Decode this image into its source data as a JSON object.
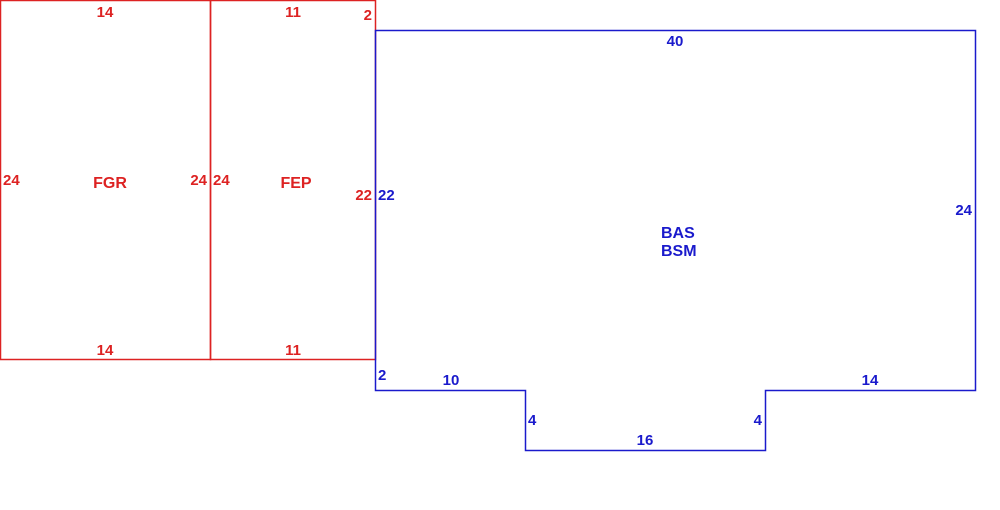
{
  "colors": {
    "garage": "#dd2222",
    "porch": "#dd2222",
    "main": "#1a1acc",
    "background": "#ffffff"
  },
  "garage": {
    "code": "FGR",
    "dim_top": "14",
    "dim_bottom": "14",
    "dim_left": "24",
    "dim_right": "24"
  },
  "porch": {
    "code": "FEP",
    "dim_top": "11",
    "dim_bottom": "11",
    "dim_left": "24",
    "dim_right": "22",
    "dim_notch": "2"
  },
  "main": {
    "code_1": "BAS",
    "code_2": "BSM",
    "dim_top": "40",
    "dim_right": "24",
    "dim_left": "22",
    "dim_left_lower": "2",
    "dim_bottom_left": "10",
    "dim_jog_left": "4",
    "dim_bottom_center": "16",
    "dim_jog_right": "4",
    "dim_bottom_right": "14"
  }
}
